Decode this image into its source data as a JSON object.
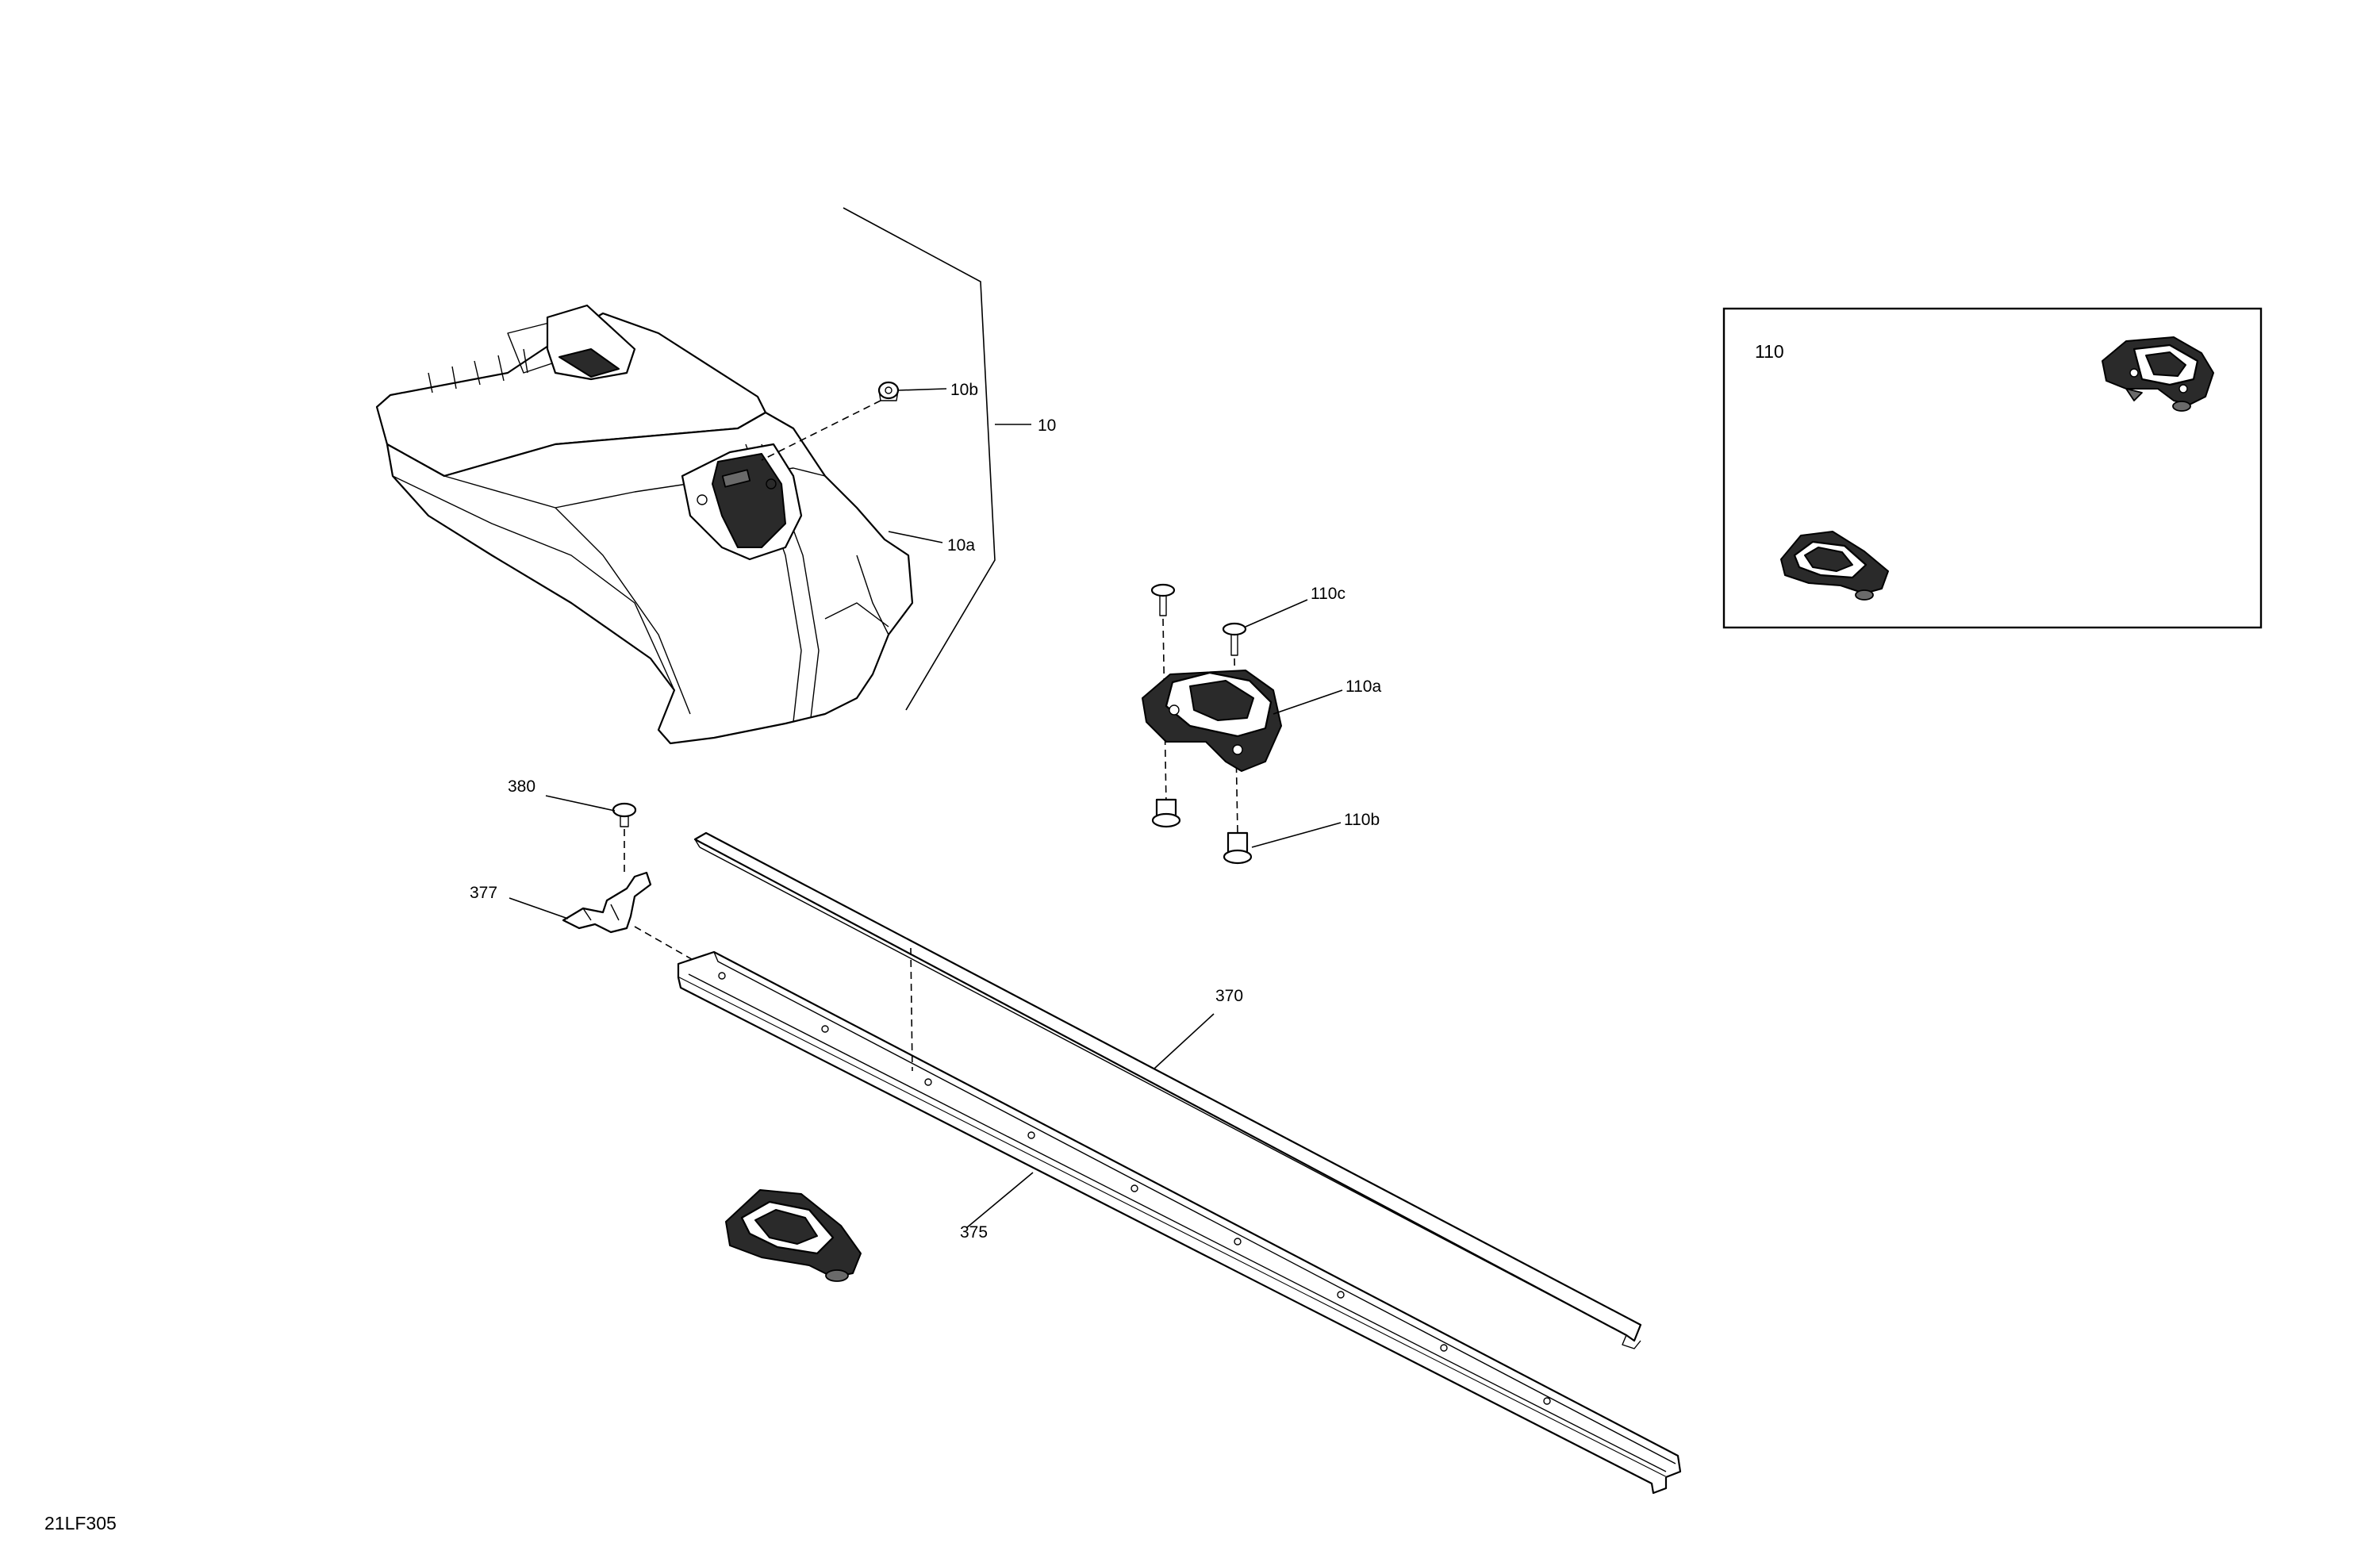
{
  "drawing_id": "21LF305",
  "callouts": {
    "c10": "10",
    "c10a": "10a",
    "c10b": "10b",
    "c110a": "110a",
    "c110b": "110b",
    "c110c": "110c",
    "c370": "370",
    "c375": "375",
    "c377": "377",
    "c380": "380"
  },
  "inset": {
    "label": "110"
  }
}
